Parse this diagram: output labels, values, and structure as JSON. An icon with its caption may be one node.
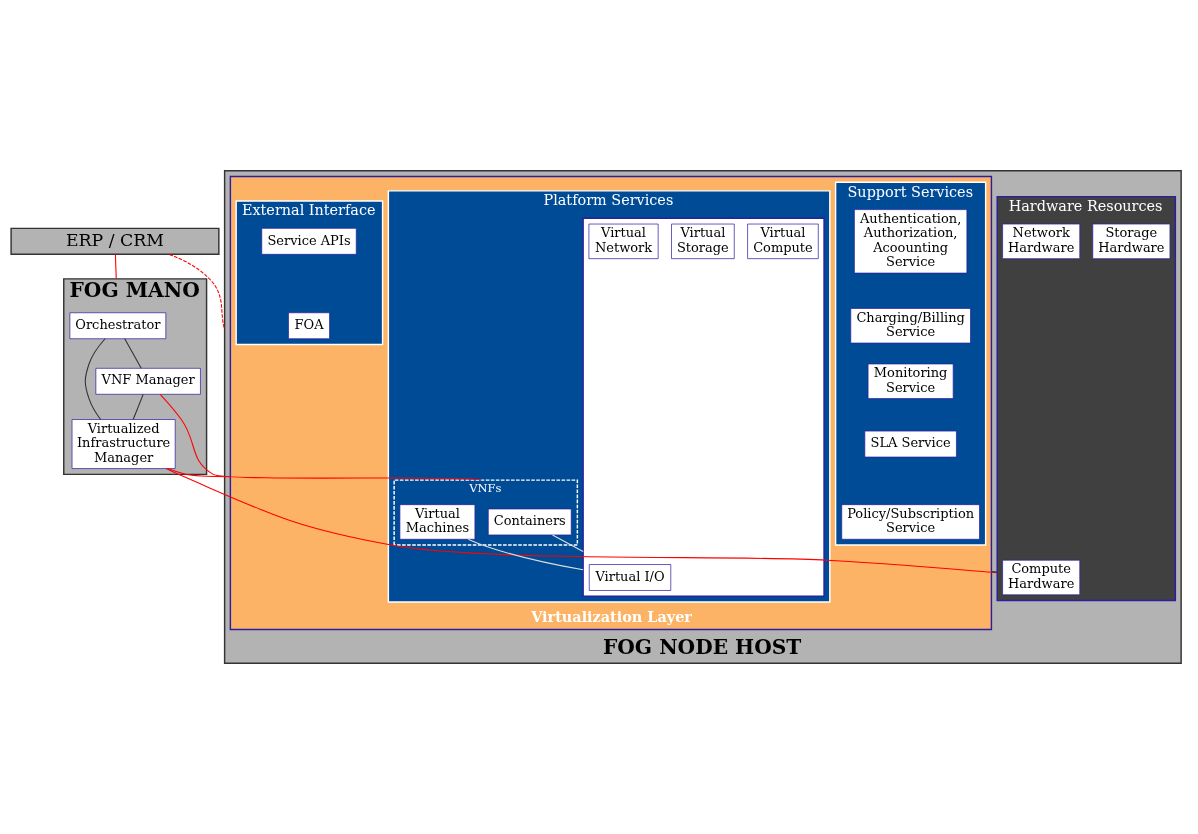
{
  "diagram": {
    "nodes": [
      {
        "text": [
          "ERP / CRM"
        ]
      },
      {
        "text": [
          "FOG MANO"
        ]
      },
      {
        "text": [
          "Orchestrator"
        ],
        "in": 1
      },
      {
        "text": [
          "VNF Manager"
        ],
        "in": 1
      },
      {
        "text": [
          "Virtualized Infrastructure Manager"
        ],
        "in": 1
      },
      {
        "text": [
          "FOG NODE HOST"
        ]
      },
      {
        "text": [
          "Virtualization Layer"
        ],
        "in": 5
      },
      {
        "text": [
          "Platform Services"
        ],
        "in": 6
      },
      {
        "text": [
          "VNFs"
        ],
        "in": 7
      },
      {
        "text": [
          "Containers"
        ],
        "in": 8
      },
      {
        "text": [
          "Virtual Machines"
        ],
        "in": 8
      },
      {
        "text": [],
        "shape": "box",
        "in": 7
      },
      {
        "text": [
          "Virtual I/O"
        ],
        "in": 11
      },
      {
        "text": [
          "Virtual Compute"
        ],
        "in": 11
      },
      {
        "text": [
          "Virtual Storage"
        ],
        "in": 11
      },
      {
        "text": [
          "Virtual Network"
        ],
        "in": 11
      },
      {
        "text": [
          "Support Services"
        ],
        "in": 6
      },
      {
        "text": [
          "Authentication, Authorization, Acoounting Service"
        ],
        "in": 16
      },
      {
        "text": [
          "Charging/Billing Service"
        ],
        "in": 16
      },
      {
        "text": [
          "Monitoring Service"
        ],
        "in": 16
      },
      {
        "text": [
          "SLA Service"
        ],
        "in": 16
      },
      {
        "text": [
          "Policy/Subscription Service"
        ],
        "in": 16
      },
      {
        "text": [
          "External Interface"
        ],
        "in": 6
      },
      {
        "text": [
          "Service APIs"
        ],
        "in": 22
      },
      {
        "text": [
          "FOA"
        ],
        "in": 22
      },
      {
        "text": [
          "Hardware Resources"
        ],
        "in": 5
      },
      {
        "text": [
          "Compute Hardware"
        ],
        "in": 25
      },
      {
        "text": [
          "Storage Hardware"
        ],
        "in": 25
      },
      {
        "text": [
          "Network Hardware"
        ],
        "in": 25
      }
    ],
    "edges": [
      {
        "from": 0,
        "to": 1,
        "arrow": "none",
        "color": "#ff0000"
      },
      {
        "from": 0,
        "to": 5,
        "arrow": "none",
        "style": "dashed",
        "color": "#ff0000"
      },
      {
        "from": 2,
        "to": 3,
        "arrow": "none",
        "color": "#333333"
      },
      {
        "from": 3,
        "to": 4,
        "arrow": "none",
        "color": "#333333"
      },
      {
        "from": 2,
        "to": 4,
        "arrow": "none",
        "color": "#333333"
      },
      {
        "from": 3,
        "to": 8,
        "arrow": "none",
        "color": "#ff0000"
      },
      {
        "from": 9,
        "to": 11,
        "arrow": "none",
        "color": "#dddddd"
      },
      {
        "from": 10,
        "to": 11,
        "arrow": "none",
        "color": "#dddddd"
      },
      {
        "from": 4,
        "to": 6,
        "arrow": "none",
        "color": "#ff0000"
      },
      {
        "from": 4,
        "to": 25,
        "arrow": "none",
        "color": "#ff0000"
      },
      {
        "from": 6,
        "to": 25,
        "arrow": "none",
        "color": "#333333"
      }
    ]
  }
}
